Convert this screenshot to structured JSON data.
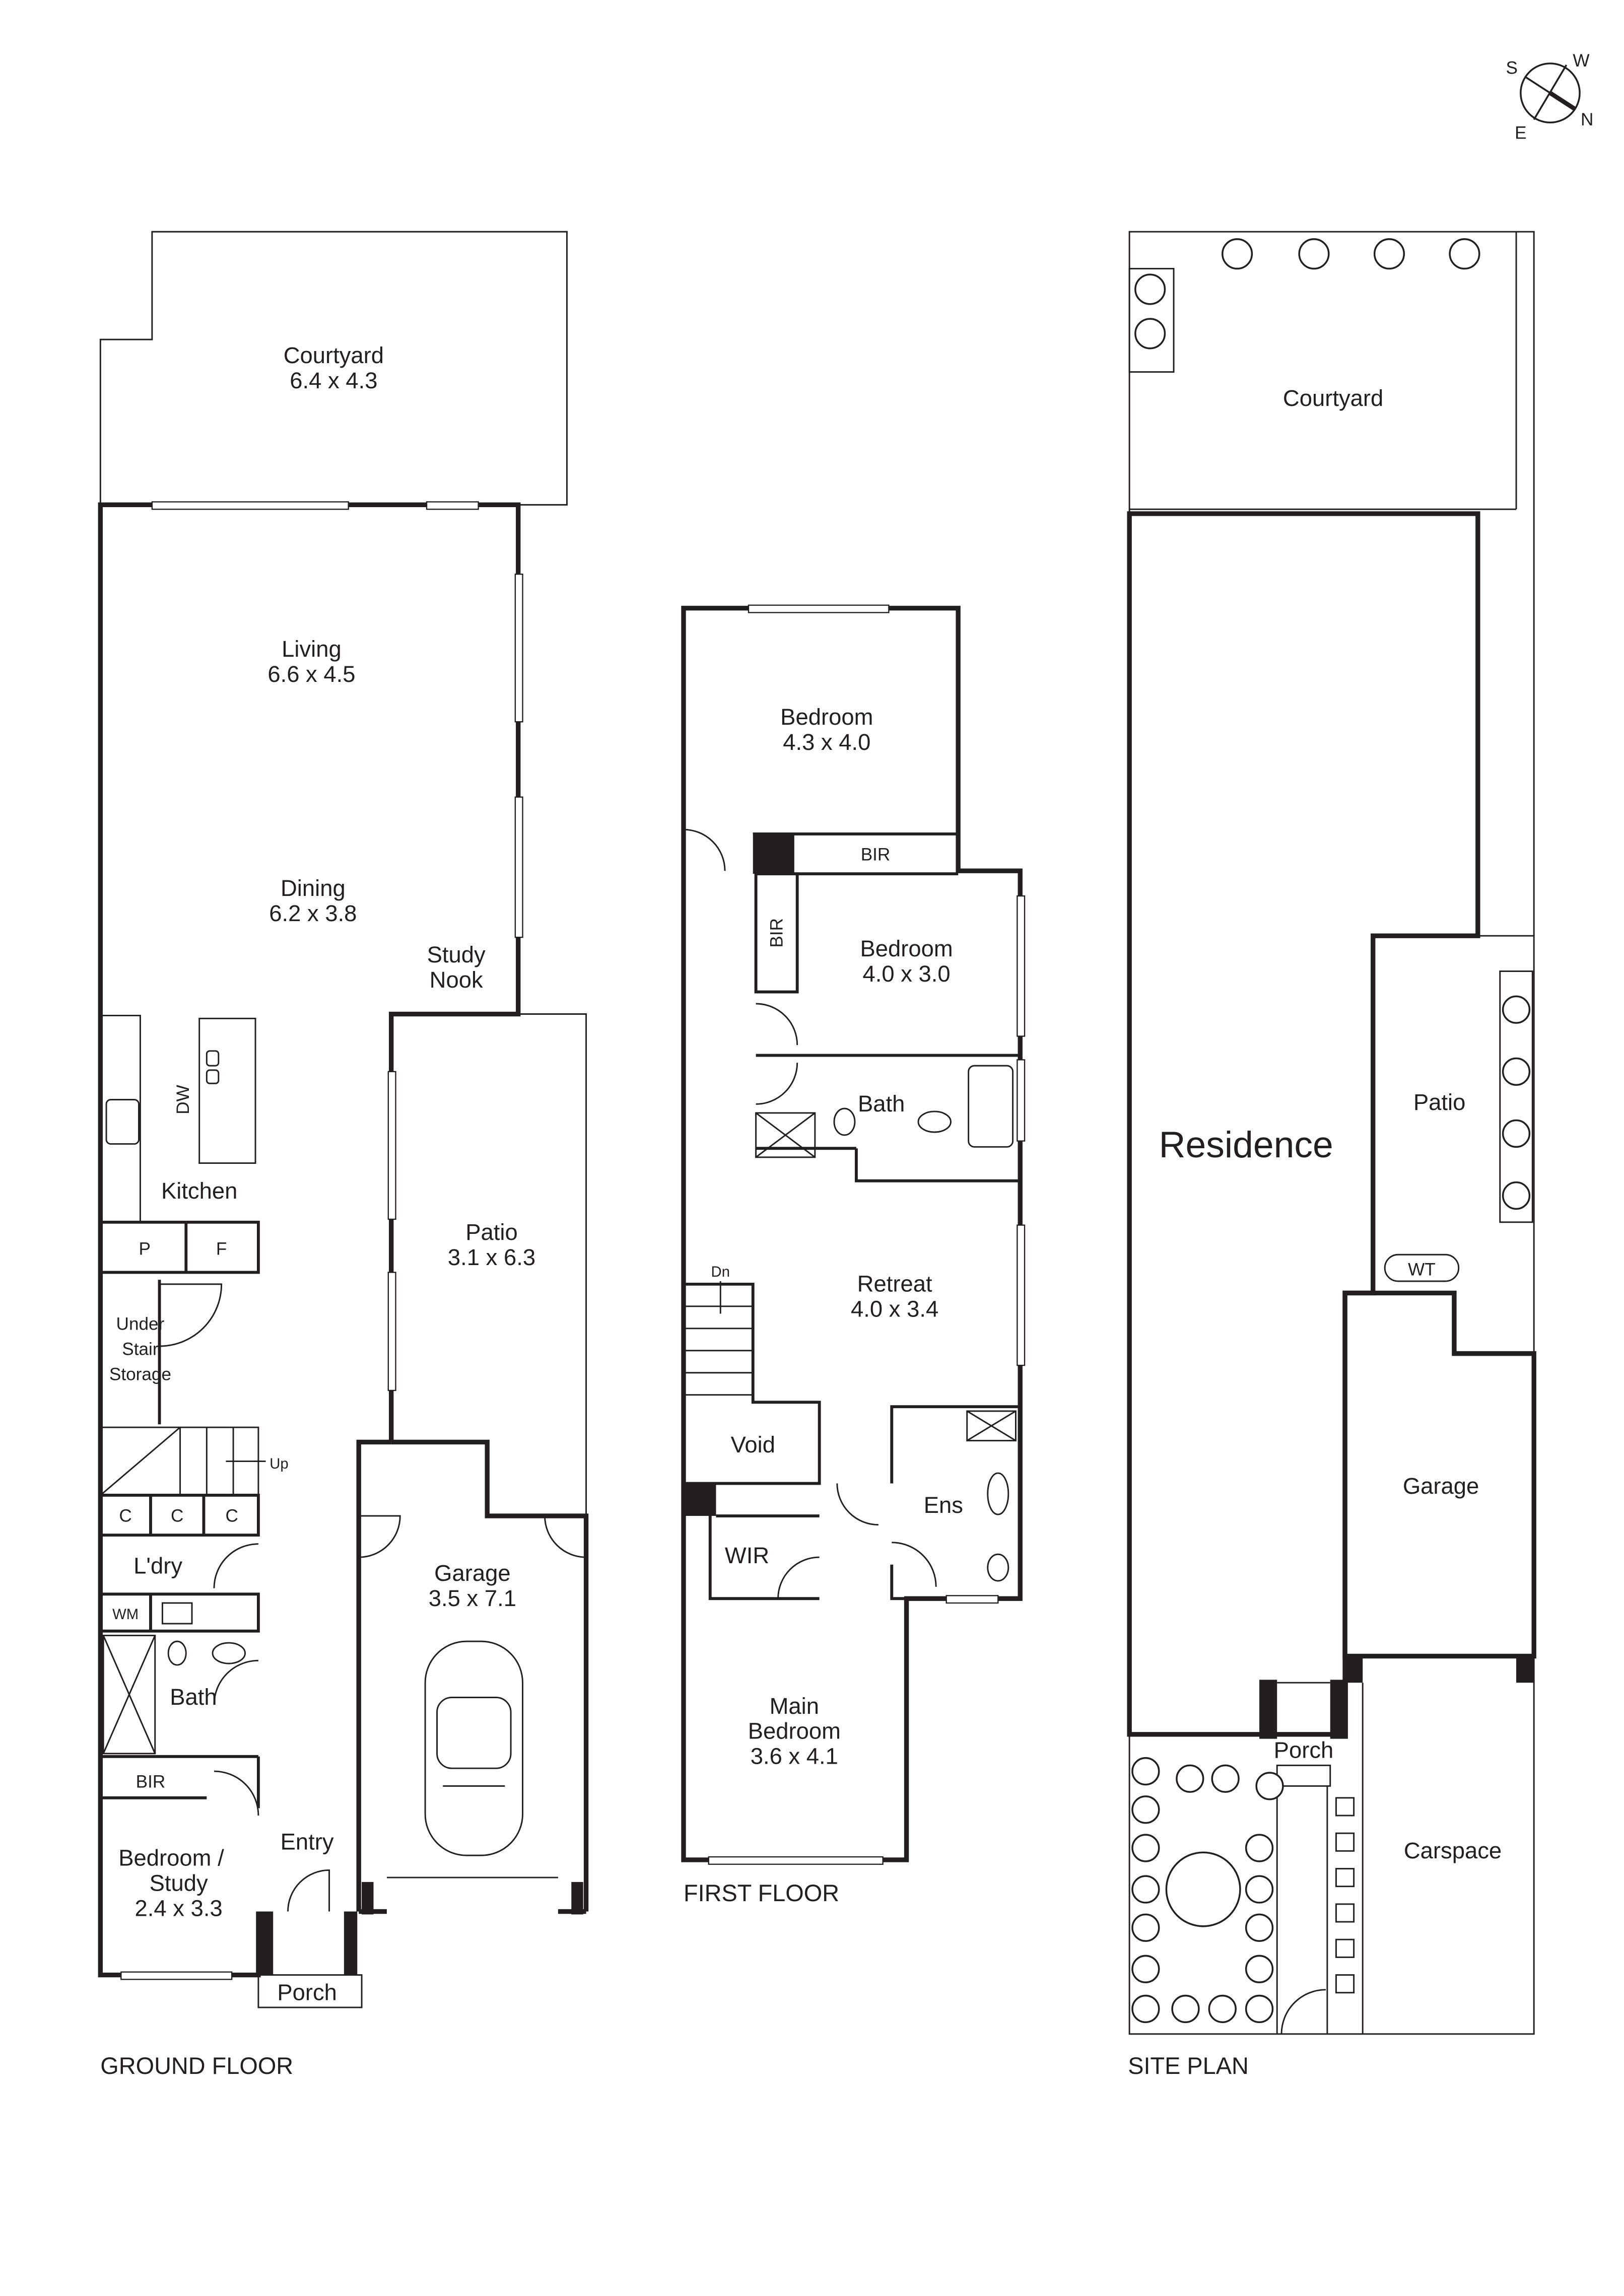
{
  "compass": {
    "s": "S",
    "w": "W",
    "n": "N",
    "e": "E"
  },
  "ground_floor": {
    "title": "GROUND FLOOR",
    "courtyard": {
      "name": "Courtyard",
      "size": "6.4 x 4.3"
    },
    "living": {
      "name": "Living",
      "size": "6.6 x 4.5"
    },
    "dining": {
      "name": "Dining",
      "size": "6.2 x 3.8"
    },
    "study_nook": {
      "line1": "Study",
      "line2": "Nook"
    },
    "kitchen": {
      "name": "Kitchen",
      "dw": "DW"
    },
    "pantry": "P",
    "fridge": "F",
    "under_stair": {
      "line1": "Under",
      "line2": "Stair",
      "line3": "Storage"
    },
    "stairs_up": "Up",
    "cupboards": [
      "C",
      "C",
      "C"
    ],
    "laundry": "L'dry",
    "wm": "WM",
    "bath": "Bath",
    "bir": "BIR",
    "bedroom_study": {
      "line1": "Bedroom /",
      "line2": "Study",
      "size": "2.4 x 3.3"
    },
    "entry": "Entry",
    "porch": "Porch",
    "patio": {
      "name": "Patio",
      "size": "3.1 x 6.3"
    },
    "garage": {
      "name": "Garage",
      "size": "3.5 x 7.1"
    }
  },
  "first_floor": {
    "title": "FIRST FLOOR",
    "bedroom1": {
      "name": "Bedroom",
      "size": "4.3 x 4.0"
    },
    "bir1": "BIR",
    "bir2": "BIR",
    "bedroom2": {
      "name": "Bedroom",
      "size": "4.0 x 3.0"
    },
    "bath": "Bath",
    "stairs_down": "Dn",
    "retreat": {
      "name": "Retreat",
      "size": "4.0 x 3.4"
    },
    "void": "Void",
    "ensuite": "Ens",
    "wir": "WIR",
    "main_bedroom": {
      "line1": "Main",
      "line2": "Bedroom",
      "size": "3.6 x 4.1"
    }
  },
  "site_plan": {
    "title": "SITE PLAN",
    "courtyard": "Courtyard",
    "residence": "Residence",
    "patio": "Patio",
    "water_tank": "WT",
    "garage": "Garage",
    "porch": "Porch",
    "carspace": "Carspace"
  }
}
